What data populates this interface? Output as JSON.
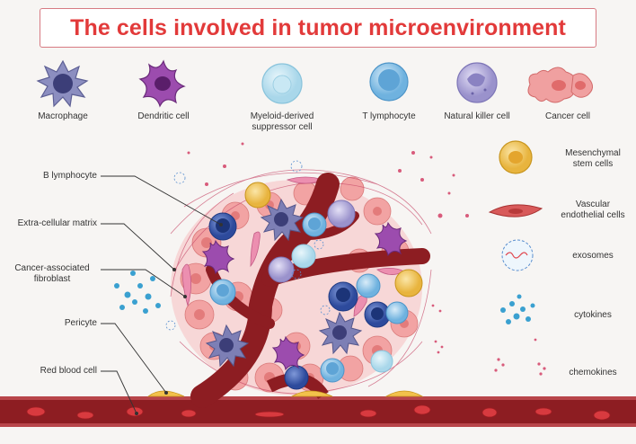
{
  "title": "The cells involved in tumor microenvironment",
  "top_row": [
    {
      "id": "macrophage",
      "label": "Macrophage"
    },
    {
      "id": "dendritic",
      "label": "Dendritic cell"
    },
    {
      "id": "mdsc",
      "label": "Myeloid-derived suppressor cell"
    },
    {
      "id": "t-lymphocyte",
      "label": "T lymphocyte"
    },
    {
      "id": "nk",
      "label": "Natural killer cell"
    },
    {
      "id": "cancer",
      "label": "Cancer cell"
    }
  ],
  "left_labels": [
    {
      "id": "b-lymphocyte",
      "label": "B lymphocyte"
    },
    {
      "id": "ecm",
      "label": "Extra-cellular matrix"
    },
    {
      "id": "caf",
      "label": "Cancer-associated fibroblast"
    },
    {
      "id": "pericyte",
      "label": "Pericyte"
    },
    {
      "id": "rbc",
      "label": "Red blood cell"
    }
  ],
  "right_legend": [
    {
      "id": "msc",
      "label": "Mesenchymal stem cells"
    },
    {
      "id": "vec",
      "label": "Vascular endothelial cells"
    },
    {
      "id": "exosomes",
      "label": "exosomes"
    },
    {
      "id": "cytokines",
      "label": "cytokines"
    },
    {
      "id": "chemokines",
      "label": "chemokines"
    }
  ],
  "colors": {
    "title_red": "#e23a3a",
    "vessel": "#8b1a1f",
    "macrophage": "#7d7fb5",
    "dendritic": "#8e3b9e",
    "t_cell": "#8fc3e6",
    "nk": "#b8b2dc",
    "cancer": "#f2a5a5",
    "msc": "#f5cd6a"
  }
}
